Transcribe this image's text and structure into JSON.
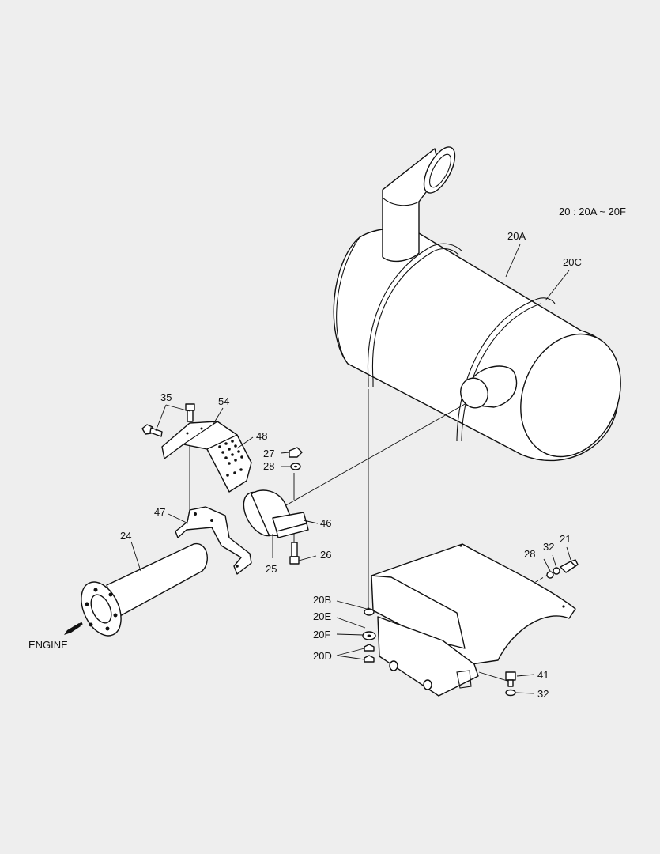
{
  "note": "20 : 20A ~ 20F",
  "direction_label": "ENGINE",
  "labels": {
    "l20A": "20A",
    "l20C": "20C",
    "l35": "35",
    "l54": "54",
    "l48": "48",
    "l27": "27",
    "l28a": "28",
    "l47": "47",
    "l46": "46",
    "l24": "24",
    "l26": "26",
    "l25": "25",
    "l28b": "28",
    "l32a": "32",
    "l21": "21",
    "l20B": "20B",
    "l20E": "20E",
    "l20F": "20F",
    "l20D": "20D",
    "l41": "41",
    "l32b": "32"
  }
}
